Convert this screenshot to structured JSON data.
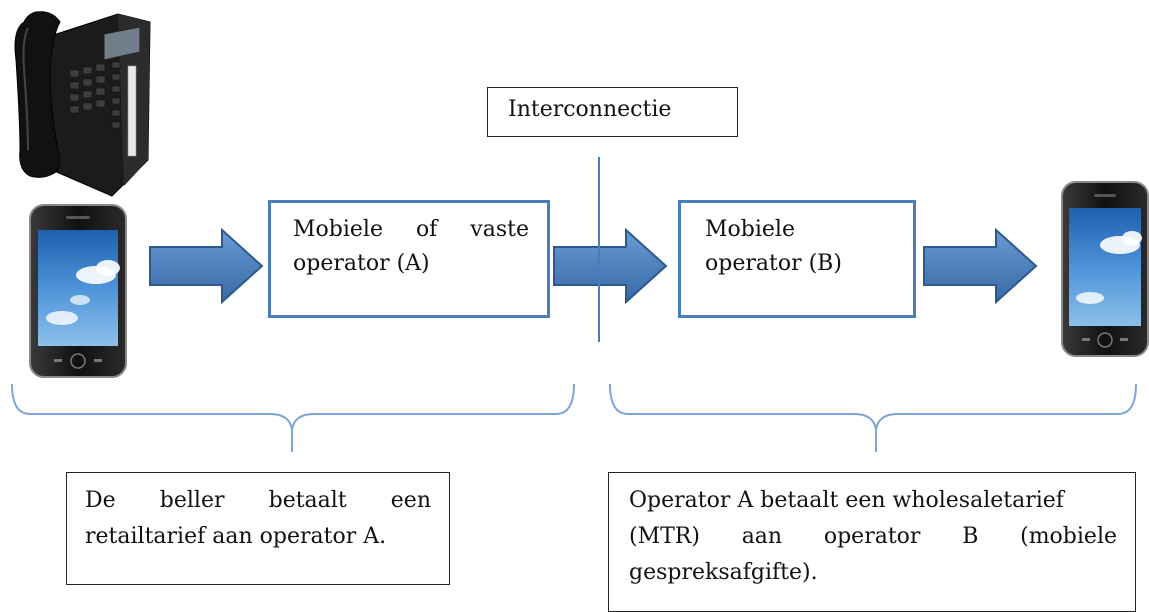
{
  "interconnect": {
    "label": "Interconnectie"
  },
  "operator_a": {
    "line1_words": [
      "Mobiele",
      "of",
      "vaste"
    ],
    "line2": "operator (A)"
  },
  "operator_b": {
    "line1": "Mobiele",
    "line2": "operator (B)"
  },
  "caller_note": {
    "line1_words": [
      "De",
      "beller",
      "betaalt",
      "een"
    ],
    "line2": "retailtarief aan operator A."
  },
  "operator_note": {
    "line1": "Operator A betaalt een wholesaletarief",
    "line2_words": [
      "(MTR)",
      "aan",
      "operator",
      "B",
      "(mobiele"
    ],
    "line3": "gespreksafgifte)."
  },
  "colors": {
    "box_border": "#4a7ebb",
    "arrow_fill": "#4f81bd",
    "arrow_stroke": "#2c5a8f",
    "brace": "#7ea6d6"
  },
  "icons": [
    "desk-phone-icon",
    "caller-smartphone-icon",
    "receiver-smartphone-icon"
  ]
}
